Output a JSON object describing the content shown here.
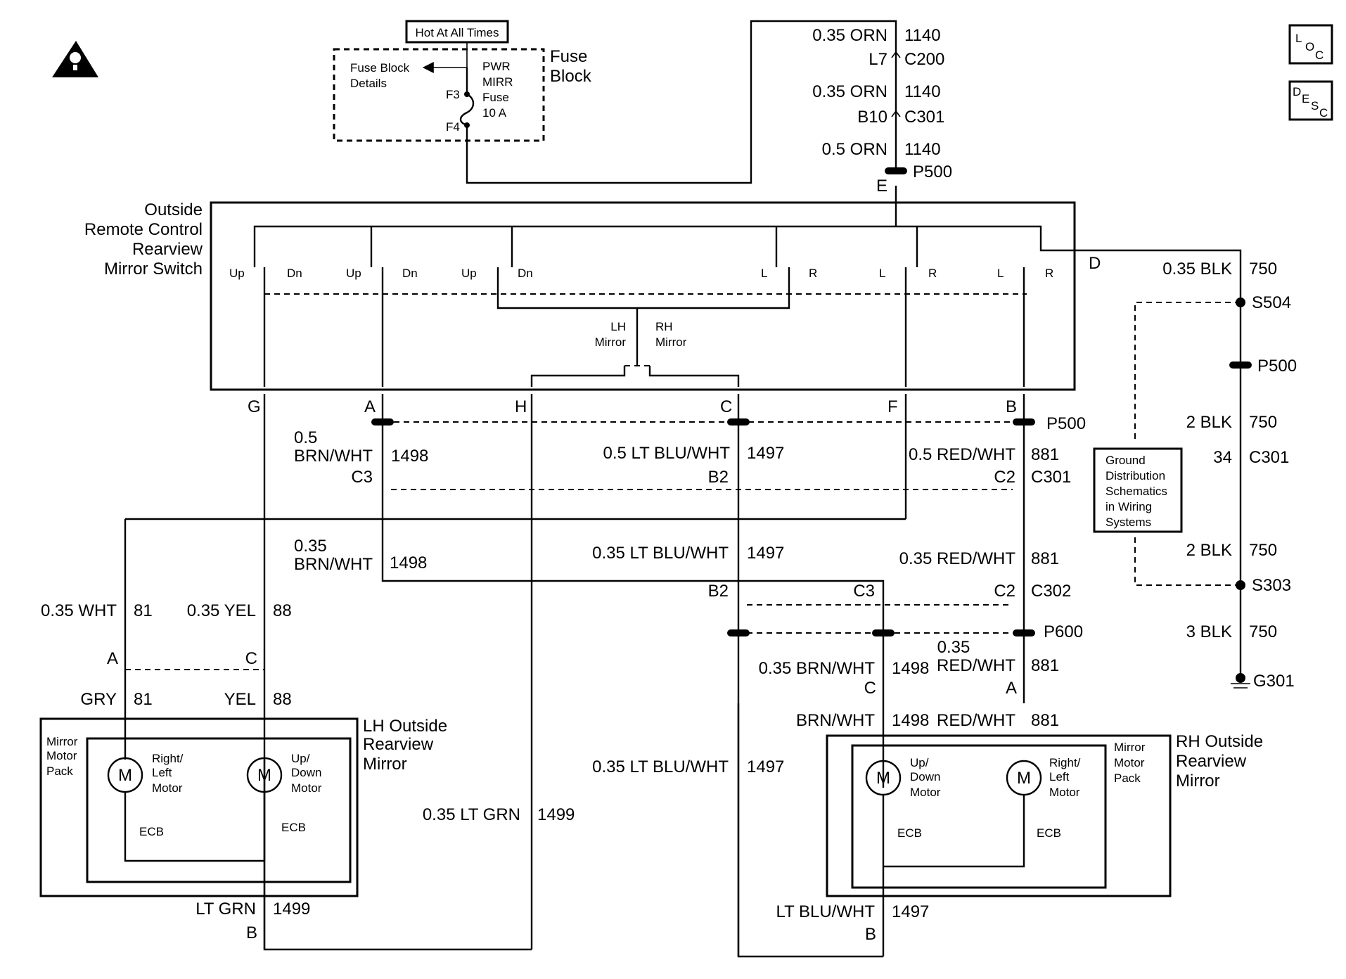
{
  "warning_icon": "caution-triangle-icon",
  "side_icons": {
    "loc": [
      "L",
      "O",
      "C"
    ],
    "desc": [
      "D",
      "E",
      "S",
      "C"
    ]
  },
  "fuse": {
    "hot": "Hot At All Times",
    "block": [
      "Fuse",
      "Block"
    ],
    "details": [
      "Fuse Block",
      "Details"
    ],
    "fuse_name": [
      "PWR",
      "MIRR",
      "Fuse",
      "10 A"
    ],
    "f3": "F3",
    "f4": "F4"
  },
  "feed": [
    {
      "wire": "0.35 ORN",
      "circuit": "1140"
    },
    {
      "pin": "L7",
      "conn": "C200"
    },
    {
      "wire": "0.35 ORN",
      "circuit": "1140"
    },
    {
      "pin": "B10",
      "conn": "C301"
    },
    {
      "wire": "0.5 ORN",
      "circuit": "1140"
    },
    {
      "conn": "P500"
    },
    {
      "pin": "E"
    }
  ],
  "switch": {
    "title": [
      "Outside",
      "Remote Control",
      "Rearview",
      "Mirror Switch"
    ],
    "up": "Up",
    "dn": "Dn",
    "l": "L",
    "r": "R",
    "lh": [
      "LH",
      "Mirror"
    ],
    "rh": [
      "RH",
      "Mirror"
    ],
    "pins": [
      "G",
      "A",
      "H",
      "C",
      "F",
      "B",
      "D"
    ]
  },
  "ground": {
    "w1": {
      "wire": "0.35 BLK",
      "circuit": "750"
    },
    "s504": "S504",
    "p500": "P500",
    "w2": {
      "wire": "2 BLK",
      "circuit": "750"
    },
    "c301": {
      "pin": "34",
      "conn": "C301"
    },
    "w3": {
      "wire": "2 BLK",
      "circuit": "750"
    },
    "s303": "S303",
    "w4": {
      "wire": "3 BLK",
      "circuit": "750"
    },
    "g301": "G301",
    "ref": [
      "Ground",
      "Distribution",
      "Schematics",
      "in Wiring",
      "Systems"
    ]
  },
  "mid": {
    "p500": "P500",
    "w1498a": [
      "0.5",
      "BRN/WHT",
      "1498"
    ],
    "w1497a": {
      "wire": "0.5 LT BLU/WHT",
      "circuit": "1497"
    },
    "w881a": {
      "wire": "0.5 RED/WHT",
      "circuit": "881"
    },
    "c3": "C3",
    "b2": "B2",
    "c2": "C2",
    "c301": "C301",
    "w1498b": [
      "0.35",
      "BRN/WHT",
      "1498"
    ],
    "w1497b": {
      "wire": "0.35 LT BLU/WHT",
      "circuit": "1497"
    },
    "w881b": {
      "wire": "0.35 RED/WHT",
      "circuit": "881"
    },
    "b2b": "B2",
    "c3b": "C3",
    "c2b": "C2",
    "c302": "C302",
    "p600": "P600"
  },
  "lh": {
    "w81": {
      "wire": "0.35 WHT",
      "circuit": "81"
    },
    "w88": {
      "wire": "0.35 YEL",
      "circuit": "88"
    },
    "pa": "A",
    "pc": "C",
    "w81b": {
      "wire": "GRY",
      "circuit": "81"
    },
    "w88b": {
      "wire": "YEL",
      "circuit": "88"
    },
    "title": [
      "LH Outside",
      "Rearview",
      "Mirror"
    ],
    "pack": [
      "Mirror",
      "Motor",
      "Pack"
    ],
    "m1": [
      "Right/",
      "Left",
      "Motor"
    ],
    "m2": [
      "Up/",
      "Down",
      "Motor"
    ],
    "ecb": "ECB",
    "motor": "M",
    "w1499": {
      "wire": "LT GRN",
      "circuit": "1499"
    },
    "pb": "B"
  },
  "rh": {
    "w1498": {
      "wire": "0.35 BRN/WHT",
      "circuit": "1498"
    },
    "w881": [
      "0.35",
      "RED/WHT",
      "881"
    ],
    "pc": "C",
    "pa": "A",
    "w1498b": {
      "wire": "BRN/WHT",
      "circuit": "1498"
    },
    "w881b": {
      "wire": "RED/WHT",
      "circuit": "881"
    },
    "title": [
      "RH Outside",
      "Rearview",
      "Mirror"
    ],
    "pack": [
      "Mirror",
      "Motor",
      "Pack"
    ],
    "m1": [
      "Up/",
      "Down",
      "Motor"
    ],
    "m2": [
      "Right/",
      "Left",
      "Motor"
    ],
    "ecb": "ECB",
    "motor": "M",
    "w1497": {
      "wire": "LT BLU/WHT",
      "circuit": "1497"
    },
    "pb": "B"
  },
  "lower": {
    "w1497": {
      "wire": "0.35 LT BLU/WHT",
      "circuit": "1497"
    },
    "w1499": {
      "wire": "0.35 LT GRN",
      "circuit": "1499"
    }
  }
}
